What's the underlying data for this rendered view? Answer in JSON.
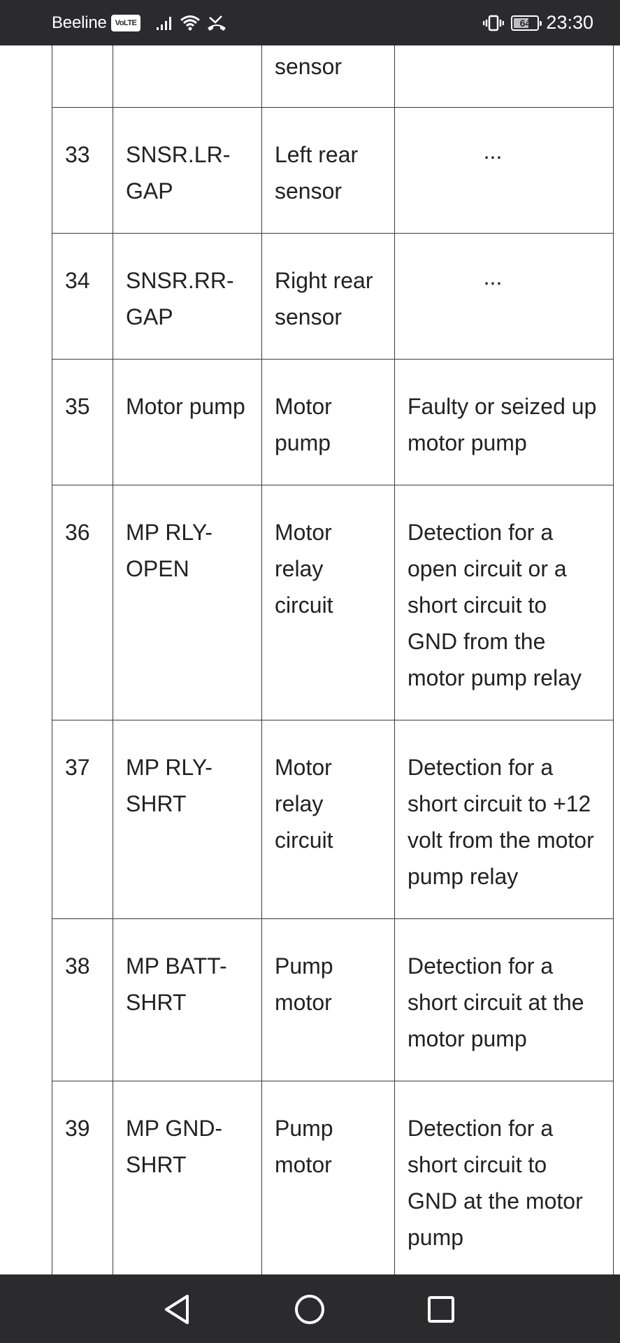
{
  "status_bar": {
    "carrier": "Beeline",
    "volte": "VoLTE",
    "battery_level": "64",
    "battery_fraction": 0.64,
    "time": "23:30",
    "icons": [
      "signal-icon",
      "wifi-icon",
      "missed-call-icon",
      "vibrate-icon",
      "battery-icon"
    ]
  },
  "table": {
    "partial_top_row": {
      "col3": "sensor"
    },
    "rows": [
      {
        "num": "33",
        "code": "SNSR.LR-GAP",
        "component": "Left rear sensor",
        "description": "..."
      },
      {
        "num": "34",
        "code": "SNSR.RR-GAP",
        "component": "Right rear sensor",
        "description": "..."
      },
      {
        "num": "35",
        "code": "Motor pump",
        "component": "Motor pump",
        "description": "Faulty or seized up motor pump"
      },
      {
        "num": "36",
        "code": "MP RLY-OPEN",
        "component": "Motor relay circuit",
        "description": "Detection for a open circuit or a short circuit to GND from the motor pump relay"
      },
      {
        "num": "37",
        "code": "MP RLY-SHRT",
        "component": "Motor relay circuit",
        "description": "Detection for a short circuit to +12 volt from the motor pump relay"
      },
      {
        "num": "38",
        "code": "MP BATT-SHRT",
        "component": "Pump motor",
        "description": "Detection for a short circuit at the motor pump"
      },
      {
        "num": "39",
        "code": "MP GND-SHRT",
        "component": "Pump motor",
        "description": "Detection for a short circuit to GND at the motor pump"
      }
    ]
  },
  "nav_bar": {
    "buttons": [
      "back-icon",
      "home-icon",
      "recents-icon"
    ]
  }
}
